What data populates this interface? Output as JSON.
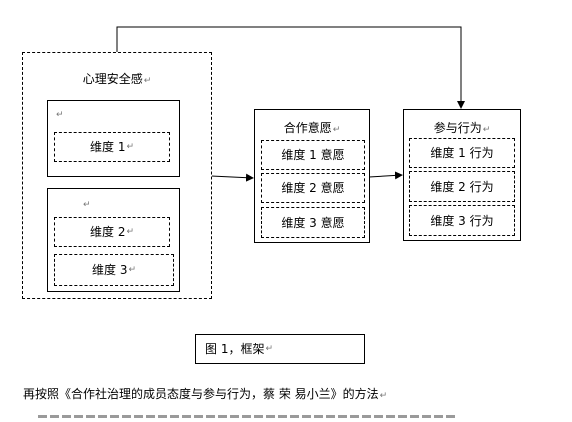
{
  "diagram": {
    "psych_safety": {
      "title": "心理安全感",
      "dim1": "维度 1",
      "dim2": "维度 2",
      "dim3": "维度 3"
    },
    "coop_willingness": {
      "title": "合作意愿",
      "dims": [
        "维度 1 意愿",
        "维度 2 意愿",
        "维度 3 意愿"
      ]
    },
    "participation": {
      "title": "参与行为",
      "dims": [
        "维度 1 行为",
        "维度 2 行为",
        "维度 3 行为"
      ]
    }
  },
  "caption": "图 1，框架",
  "body_text": "再按照《合作社治理的成员态度与参与行为，蔡 荣 易小兰》的方法",
  "paragraph_mark": "↵"
}
